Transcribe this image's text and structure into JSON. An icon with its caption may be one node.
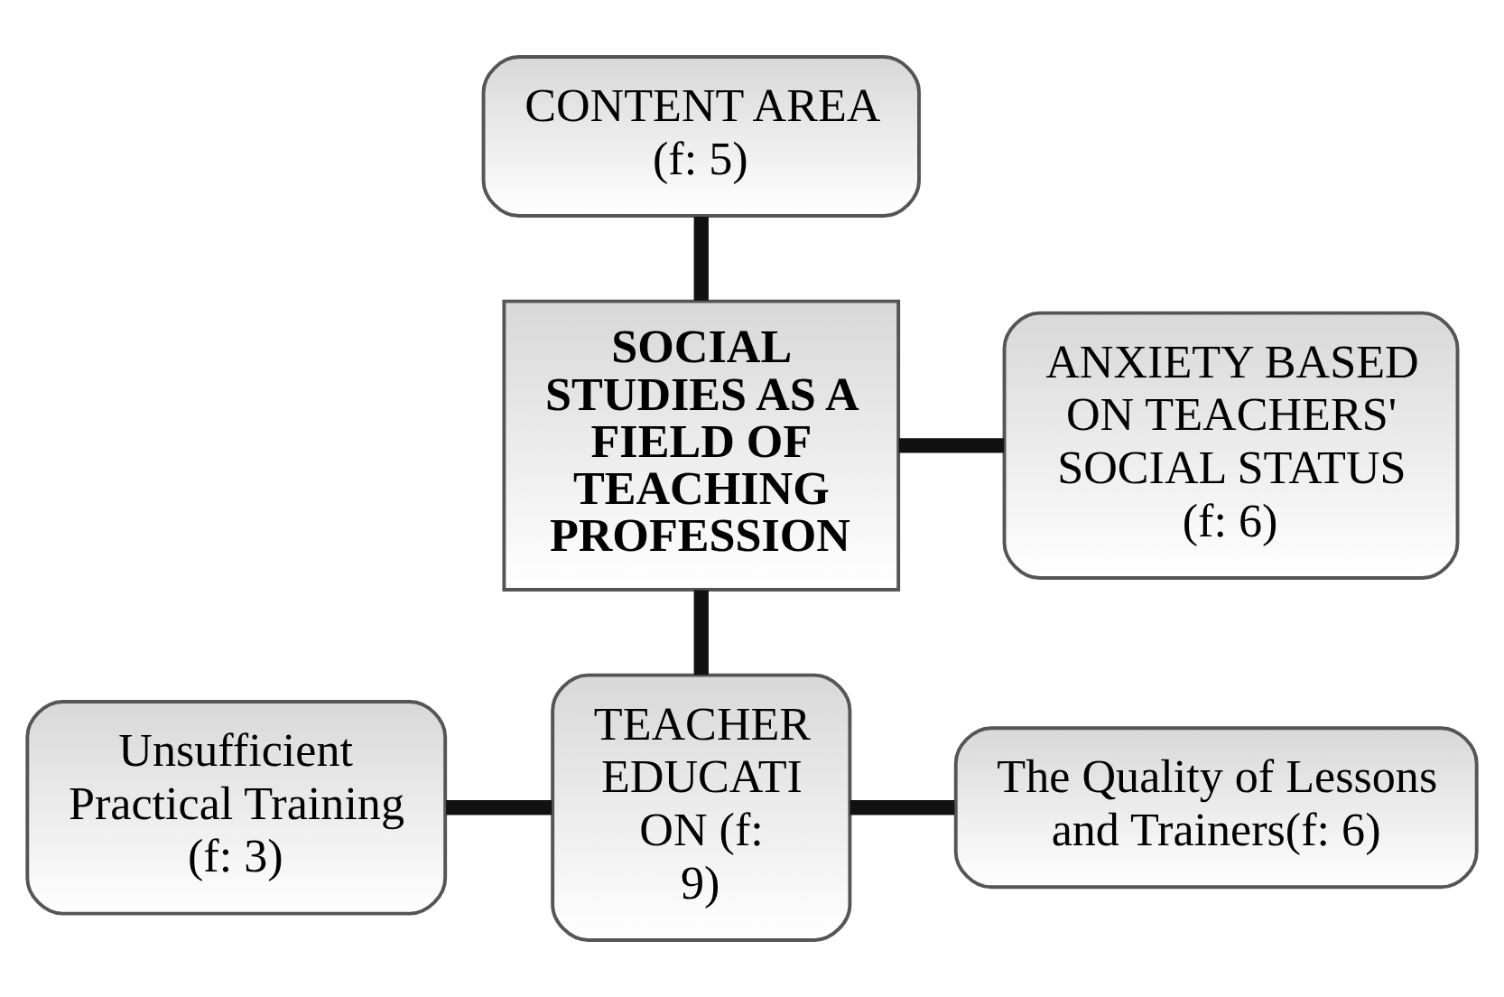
{
  "diagram": {
    "nodes": [
      {
        "text": [
          "CONTENT AREA (f: 5)"
        ]
      },
      {
        "text": [
          "SOCIAL STUDIES AS A FIELD OF TEACHING PROFESSION"
        ]
      },
      {
        "text": [
          "ANXIETY BASED ON TEACHERS' SOCIAL STATUS (f: 6)"
        ]
      },
      {
        "text": [
          "Unsufficient Practical Training (f: 3)"
        ]
      },
      {
        "text": [
          "TEACHER EDUCATI ON (f: 9)"
        ]
      },
      {
        "text": [
          "The Quality of Lessons and Trainers(f: 6)"
        ]
      }
    ],
    "edges": [
      {
        "from": 0,
        "to": 1,
        "arrow": "none"
      },
      {
        "from": 1,
        "to": 2,
        "arrow": "none"
      },
      {
        "from": 1,
        "to": 4,
        "arrow": "none"
      },
      {
        "from": 3,
        "to": 4,
        "arrow": "none"
      },
      {
        "from": 4,
        "to": 5,
        "arrow": "none"
      }
    ]
  }
}
